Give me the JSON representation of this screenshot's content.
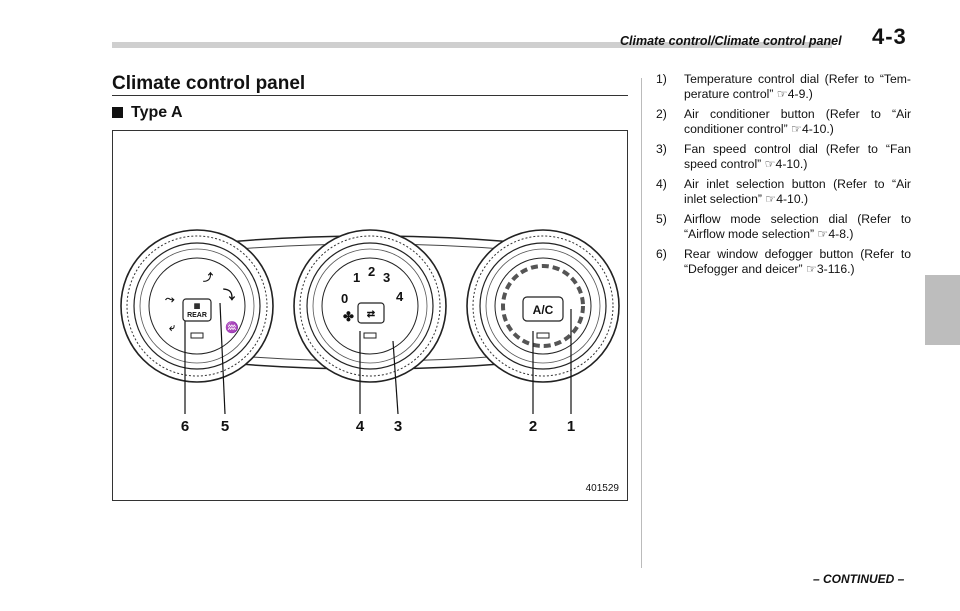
{
  "header": {
    "title": "Climate control/Climate control panel",
    "page_number": "4-3"
  },
  "section": {
    "title": "Climate control panel",
    "subsection": "Type A"
  },
  "figure": {
    "id": "401529",
    "callouts": [
      "6",
      "5",
      "4",
      "3",
      "2",
      "1"
    ],
    "dial_labels": {
      "rear": "REAR",
      "ac": "A/C",
      "fan_speeds": [
        "0",
        "1",
        "2",
        "3",
        "4"
      ]
    }
  },
  "references": [
    {
      "num": "1)",
      "text": "Temperature control dial (Refer to “Tem-perature control” ☞4-9.)"
    },
    {
      "num": "2)",
      "text": "Air conditioner button (Refer to “Air conditioner control” ☞4-10.)"
    },
    {
      "num": "3)",
      "text": "Fan speed control dial (Refer to “Fan speed control” ☞4-10.)"
    },
    {
      "num": "4)",
      "text": "Air inlet selection button (Refer to “Air inlet selection” ☞4-10.)"
    },
    {
      "num": "5)",
      "text": "Airflow mode selection dial (Refer to “Airflow mode selection” ☞4-8.)"
    },
    {
      "num": "6)",
      "text": "Rear window defogger button (Refer to “Defogger and deicer” ☞3-116.)"
    }
  ],
  "footer": {
    "continued": "– CONTINUED –"
  }
}
